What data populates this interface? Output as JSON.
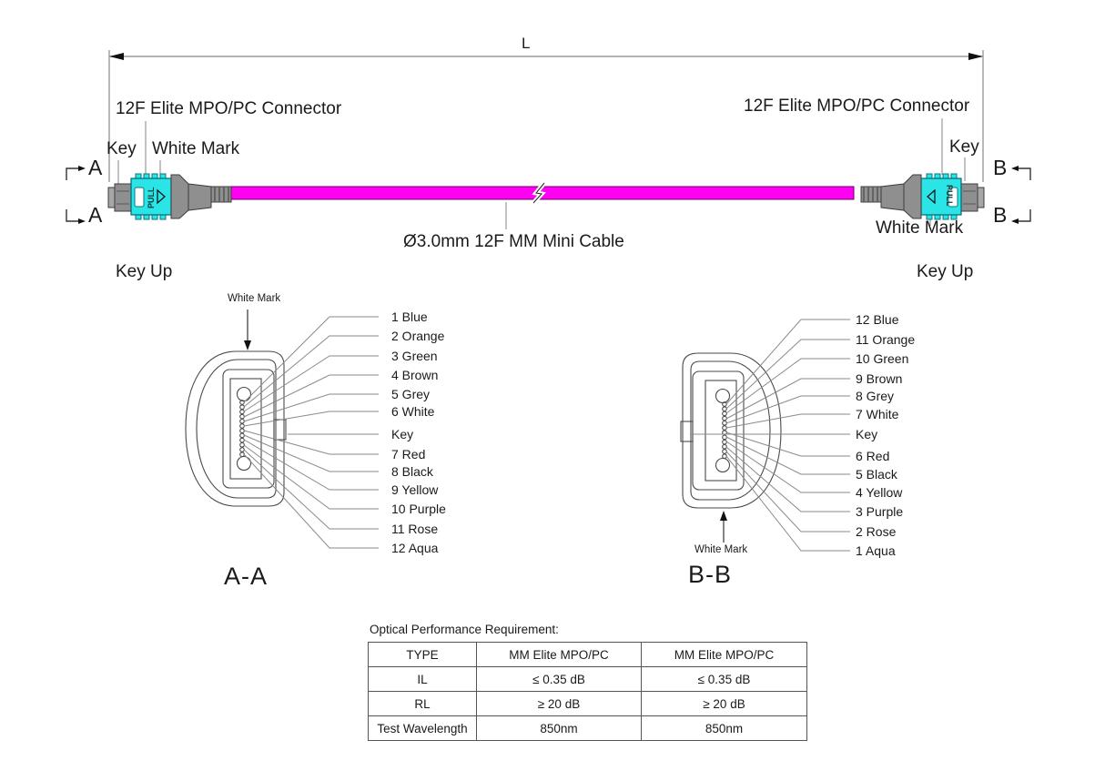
{
  "assembly": {
    "length_label": "L",
    "left_connector_label": "12F Elite MPO/PC Connector",
    "right_connector_label": "12F Elite MPO/PC Connector",
    "left_key_label": "Key",
    "right_key_label": "Key",
    "left_white_mark_label": "White Mark",
    "right_white_mark_label": "White Mark",
    "left_key_up_label": "Key Up",
    "right_key_up_label": "Key Up",
    "cable_label": "Ø3.0mm 12F MM Mini Cable",
    "section_a_top": "A",
    "section_a_bottom": "A",
    "section_b_top": "B",
    "section_b_bottom": "B",
    "pull_left": "PULL",
    "pull_right": "PULL",
    "colors": {
      "cable": "#ff00f2",
      "housing": "#2ae4e6",
      "body": "#8f8f8f"
    }
  },
  "face_a": {
    "title": "A-A",
    "white_mark": "White Mark",
    "labels": [
      "1 Blue",
      "2 Orange",
      "3 Green",
      "4 Brown",
      "5 Grey",
      "6 White",
      "Key",
      "7 Red",
      "8 Black",
      "9 Yellow",
      "10 Purple",
      "11 Rose",
      "12 Aqua"
    ]
  },
  "face_b": {
    "title": "B-B",
    "white_mark": "White Mark",
    "labels": [
      "12 Blue",
      "11 Orange",
      "10 Green",
      "9 Brown",
      "8 Grey",
      "7 White",
      "Key",
      "6 Red",
      "5 Black",
      "4 Yellow",
      "3 Purple",
      "2 Rose",
      "1 Aqua"
    ]
  },
  "table": {
    "title": "Optical Performance Requirement:",
    "rows": [
      [
        "TYPE",
        "MM Elite MPO/PC",
        "MM Elite MPO/PC"
      ],
      [
        "IL",
        "≤ 0.35 dB",
        "≤ 0.35 dB"
      ],
      [
        "RL",
        "≥ 20 dB",
        "≥ 20 dB"
      ],
      [
        "Test Wavelength",
        "850nm",
        "850nm"
      ]
    ]
  }
}
